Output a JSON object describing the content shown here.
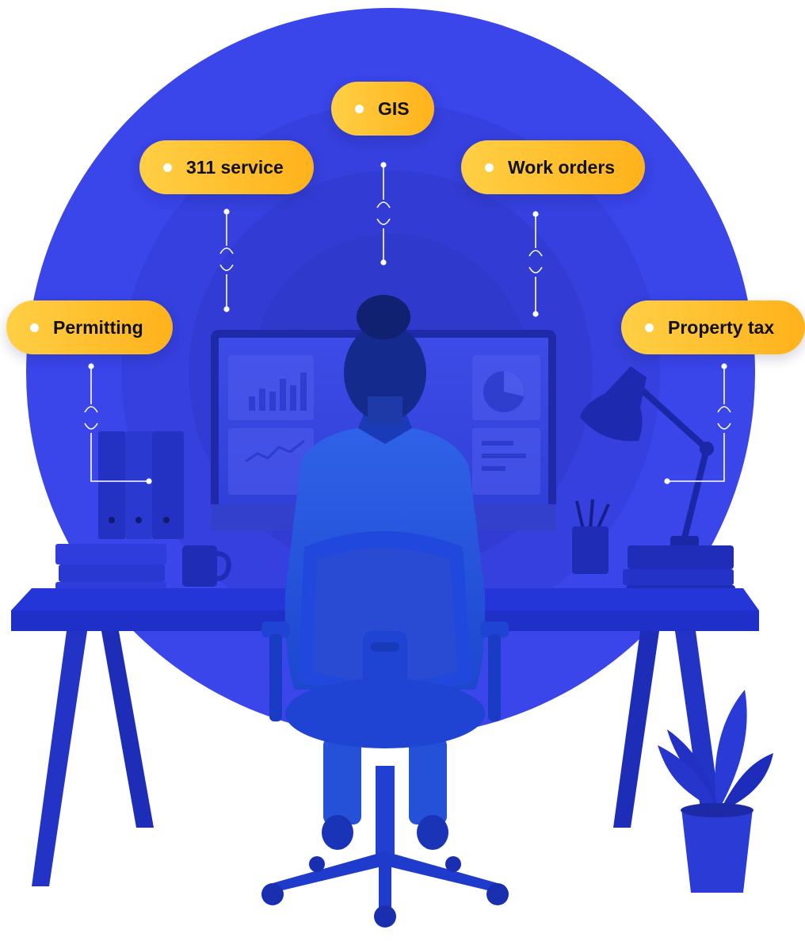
{
  "integrations": [
    {
      "label": "GIS",
      "icon": "link-icon"
    },
    {
      "label": "311 service",
      "icon": "link-icon"
    },
    {
      "label": "Work orders",
      "icon": "link-icon"
    },
    {
      "label": "Permitting",
      "icon": "link-icon"
    },
    {
      "label": "Property tax",
      "icon": "link-icon"
    }
  ],
  "colors": {
    "background_circle": "#3a45ea",
    "desk": "#2436d8",
    "pill_start": "#ffcf45",
    "pill_end": "#ffb21a",
    "pill_text": "#111111",
    "connector": "#ffffff"
  }
}
